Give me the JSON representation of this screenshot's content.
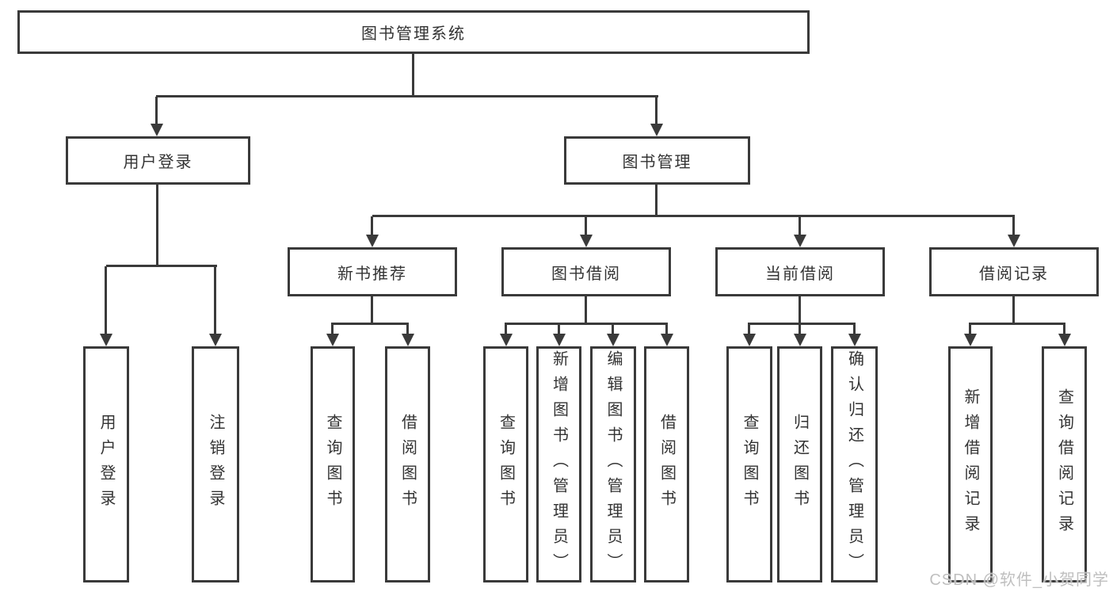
{
  "watermark": {
    "text": "CSDN @软件_小贺同学"
  },
  "colors": {
    "line": "#3a3a3a",
    "text": "#333333",
    "background": "#ffffff",
    "watermark": "#bfbfbf"
  },
  "diagram": {
    "type": "hierarchy-tree",
    "root": {
      "label": "图书管理系统",
      "children": [
        {
          "label": "用户登录",
          "children": [
            {
              "label": "用户登录"
            },
            {
              "label": "注销登录"
            }
          ]
        },
        {
          "label": "图书管理",
          "children": [
            {
              "label": "新书推荐",
              "children": [
                {
                  "label": "查询图书"
                },
                {
                  "label": "借阅图书"
                }
              ]
            },
            {
              "label": "图书借阅",
              "children": [
                {
                  "label": "查询图书"
                },
                {
                  "label": "新增图书（管理员）"
                },
                {
                  "label": "编辑图书（管理员）"
                },
                {
                  "label": "借阅图书"
                }
              ]
            },
            {
              "label": "当前借阅",
              "children": [
                {
                  "label": "查询图书"
                },
                {
                  "label": "归还图书"
                },
                {
                  "label": "确认归还（管理员）"
                }
              ]
            },
            {
              "label": "借阅记录",
              "children": [
                {
                  "label": "新增借阅记录"
                },
                {
                  "label": "查询借阅记录"
                }
              ]
            }
          ]
        }
      ]
    }
  }
}
